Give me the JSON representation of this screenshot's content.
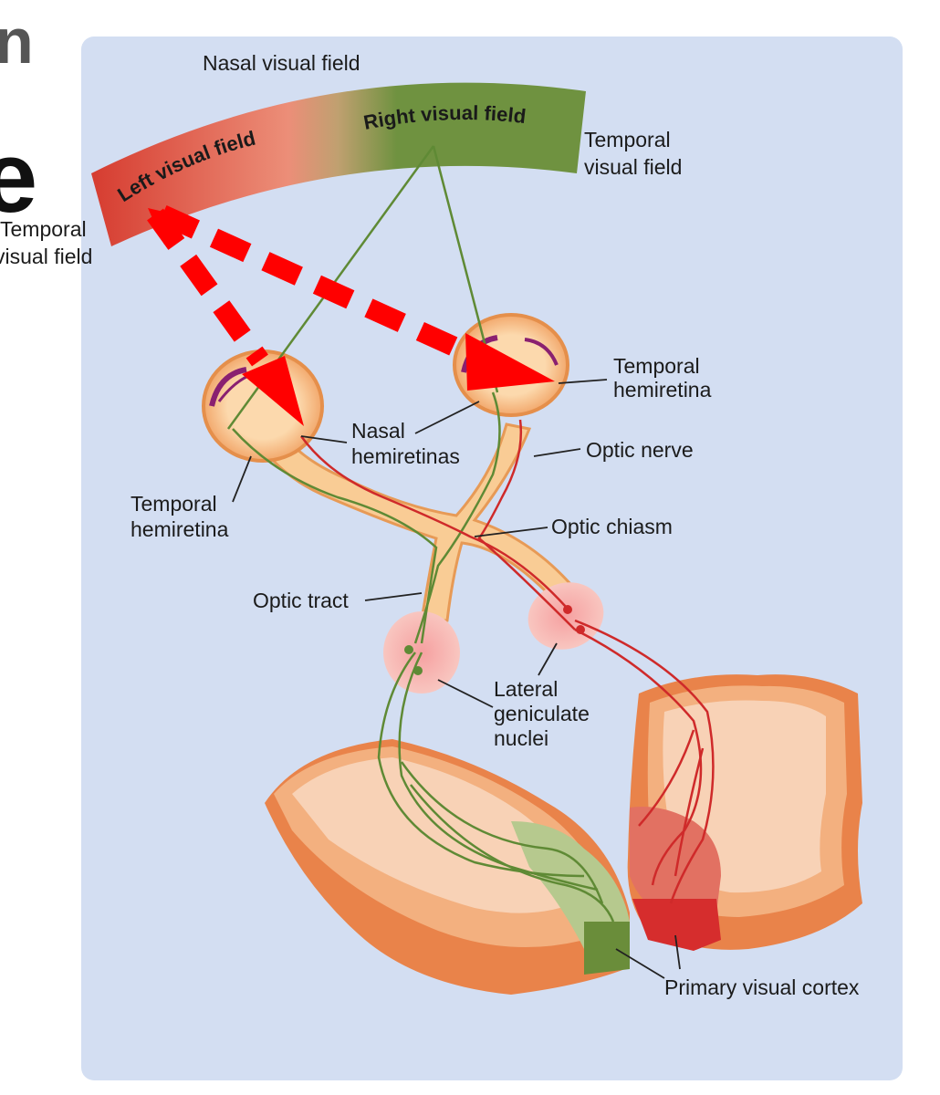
{
  "cut_text": {
    "top_glyph": "n",
    "big_glyph": "e"
  },
  "field_labels": {
    "left": "Left visual field",
    "right": "Right visual field"
  },
  "labels": {
    "nasal_visual_field": "Nasal visual field",
    "temporal_visual_field_right": [
      "Temporal",
      "visual field"
    ],
    "temporal_visual_field_left": [
      "Temporal",
      "visual field"
    ],
    "temporal_hemiretina_right": [
      "Temporal",
      "hemiretina"
    ],
    "nasal_hemiretinas": [
      "Nasal",
      "hemiretinas"
    ],
    "optic_nerve": "Optic nerve",
    "temporal_hemiretina_left": [
      "Temporal",
      "hemiretina"
    ],
    "optic_chiasm": "Optic chiasm",
    "optic_tract": "Optic tract",
    "lateral_geniculate_nuclei": [
      "Lateral",
      "geniculate",
      "nuclei"
    ],
    "primary_visual_cortex": "Primary visual cortex"
  },
  "colors": {
    "panel": "#d3def2",
    "left_field": "#d63c30",
    "right_field": "#6f9240",
    "arrow": "#ff0000",
    "green_path": "#5f8a35",
    "red_path": "#cf2a2a",
    "optic_tissue": "#fbd6a6",
    "lgn": "#f4a8a8"
  }
}
